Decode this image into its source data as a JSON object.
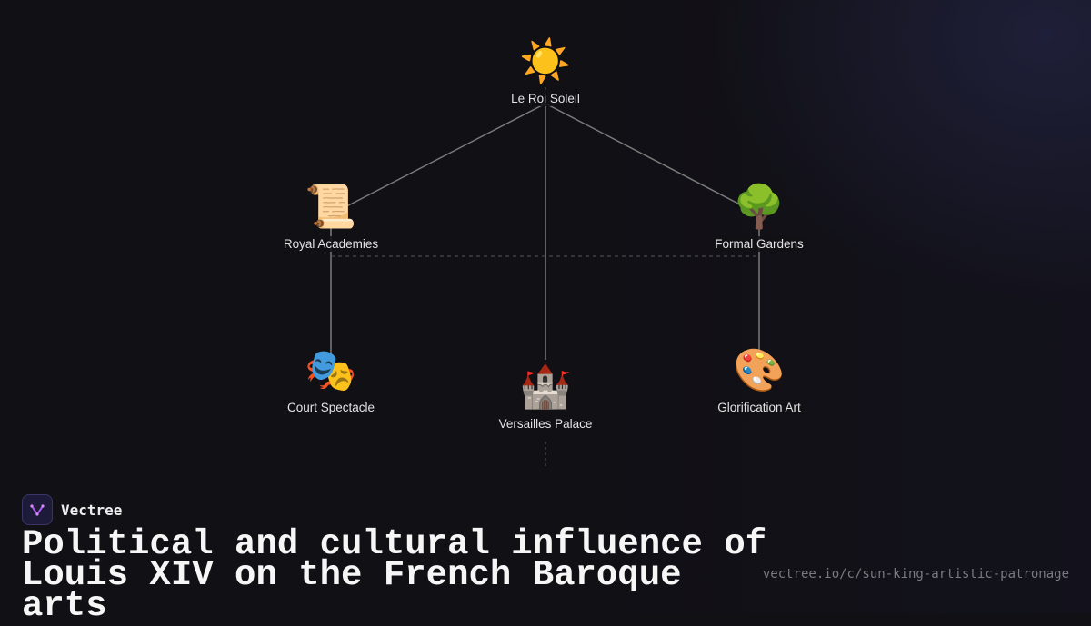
{
  "diagram": {
    "root": {
      "label": "Le Roi Soleil",
      "icon": "sun-icon",
      "glyph": "☀️"
    },
    "nodes": [
      {
        "id": "academies",
        "label": "Royal Academies",
        "icon": "scroll-icon",
        "glyph": "📜"
      },
      {
        "id": "gardens",
        "label": "Formal Gardens",
        "icon": "tree-icon",
        "glyph": "🌳"
      },
      {
        "id": "spectacle",
        "label": "Court Spectacle",
        "icon": "theater-masks-icon",
        "glyph": "🎭"
      },
      {
        "id": "palace",
        "label": "Versailles Palace",
        "icon": "castle-icon",
        "glyph": "🏰"
      },
      {
        "id": "art",
        "label": "Glorification Art",
        "icon": "palette-icon",
        "glyph": "🎨"
      }
    ],
    "edge_color": "#7a7a7a"
  },
  "footer": {
    "brand_name": "Vectree",
    "title_line1": "Political and cultural influence of",
    "title_line2": "Louis XIV on the French Baroque arts",
    "url": "vectree.io/c/sun-king-artistic-patronage"
  }
}
